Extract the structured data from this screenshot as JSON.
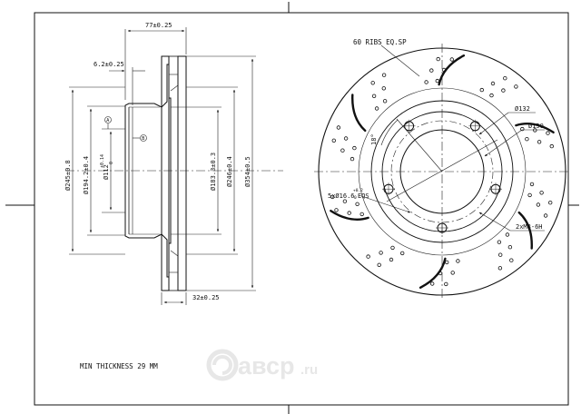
{
  "watermark": {
    "name": "авср",
    "domain": ".ru"
  },
  "side_view": {
    "width_total": "77±0.25",
    "hat_offset": "6.2±0.25",
    "friction_width": "32±0.25",
    "dia_245": "Ø245±0.8",
    "dia_194": "Ø194.2±0.4",
    "dia_112": "Ø112",
    "dia_112_tol_upper": "+0.14",
    "dia_112_tol_lower": "0",
    "dia_183": "Ø183.3±0.3",
    "dia_246": "Ø246±0.4",
    "dia_354": "Ø354±0.5",
    "datum_a": "A",
    "datum_b": "B"
  },
  "front_view": {
    "ribs_note": "60 RIBS EQ.SP",
    "pcd": "Ø132",
    "center_bore": "Ø150",
    "angle": "18°",
    "bolt_holes_prefix": "5xØ16.6",
    "bolt_holes_tol_upper": "+0.2",
    "bolt_holes_tol_lower": "0",
    "bolt_holes_suffix": "EQS",
    "threads": "2xM8-6H"
  },
  "notes": {
    "min_thickness": "MIN THICKNESS 29 MM"
  }
}
